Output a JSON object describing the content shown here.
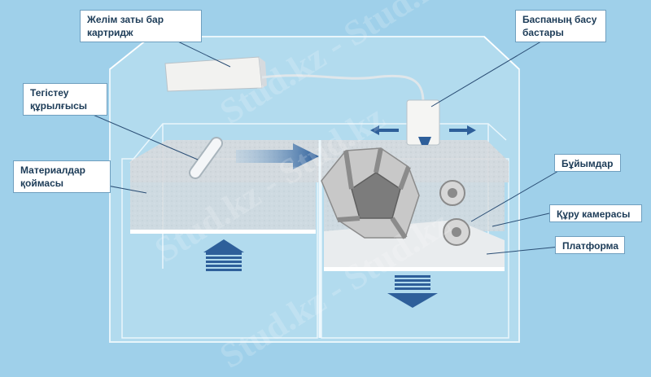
{
  "labels": {
    "cartridge": "Желім заты бар\nкартридж",
    "print_head": "Баспаның басу\nбастары",
    "leveler": "Тегістеу\nқұрылғысы",
    "material_storage": "Материалдар\nқоймасы",
    "products": "Бұйымдар",
    "build_chamber": "Құру камерасы",
    "platform": "Платформа"
  },
  "watermark": "Stud.kz - Stud.kz",
  "colors": {
    "background": "#9fd0ea",
    "box_fill": "#b9dff0",
    "powder": "#d9dde0",
    "arrow": "#2e5f9a",
    "label_border": "#6f9fbf"
  }
}
